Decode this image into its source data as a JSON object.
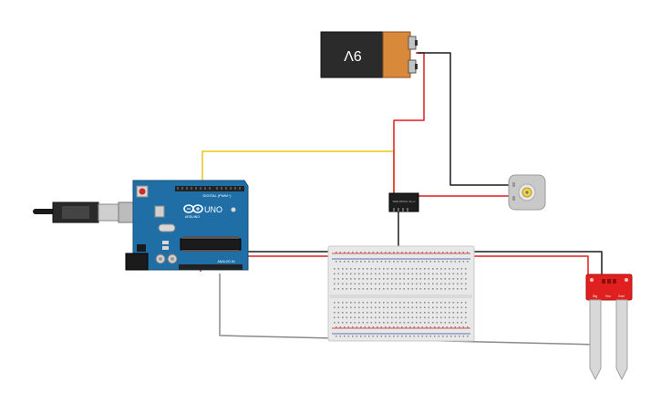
{
  "battery": {
    "label": "9V"
  },
  "arduino": {
    "brand": "ARDUINO",
    "model": "UNO",
    "digital_header": "DIGITAL (PWM~)",
    "analog_header": "ANALOG IN",
    "tm": "TM"
  },
  "relay": {
    "line1": "SRD-05VDC-SL-C"
  },
  "sensor": {
    "pins": [
      "Sig",
      "Vcc",
      "Gnd"
    ]
  },
  "colors": {
    "wire_red": "#e21b1b",
    "wire_black": "#1c1c1c",
    "wire_yellow": "#f0c419",
    "wire_gray": "#8a8a8a",
    "arduino_board": "#1f6fa6",
    "breadboard": "#e8e8e8",
    "sensor_board": "#e0201e",
    "battery_body": "#2b2b2b",
    "battery_copper": "#d8893a"
  },
  "icons": [
    "usb-cable-icon",
    "motor-icon",
    "battery-icon",
    "relay-icon",
    "soil-sensor-icon",
    "arduino-logo-icon"
  ]
}
